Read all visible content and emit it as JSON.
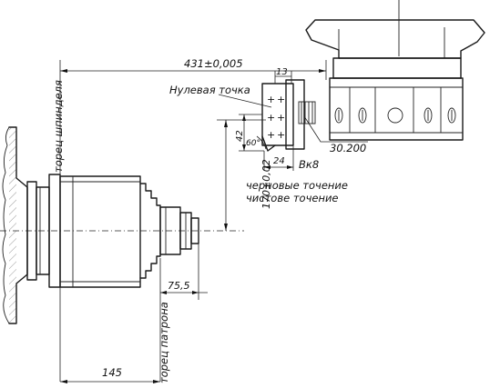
{
  "labels": {
    "dim_top": "431±0,005",
    "zero_point": "Нулевая точка",
    "dim_13": "13",
    "dim_42": "42",
    "dim_60": "60°",
    "dim_24": "24",
    "tool_code": "30.200",
    "tool_grade": "Вк8",
    "rough_turning": "черновые точение",
    "finish_turning": "чистове точение",
    "dim_vertical": "170±0,02",
    "spindle_face": "торец шпинделя",
    "chuck_face": "торец патрона",
    "dim_75": "75,5",
    "dim_145": "145"
  }
}
